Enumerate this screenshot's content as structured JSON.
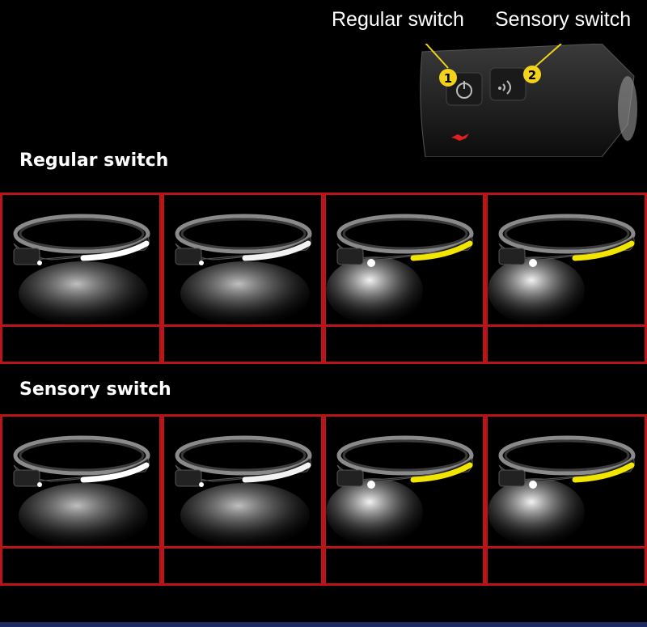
{
  "header": {
    "regular_switch_label": "Regular switch",
    "sensory_switch_label": "Sensory switch",
    "button_1_number": "1",
    "button_2_number": "2"
  },
  "sections": [
    {
      "title": "Regular switch",
      "modes": [
        {
          "mode": "white-bright",
          "strip_color": "#ffffff",
          "beam": false
        },
        {
          "mode": "white-dim",
          "strip_color": "#f2f2f2",
          "beam": false
        },
        {
          "mode": "yellow-spot",
          "strip_color": "#f2e600",
          "beam": true
        },
        {
          "mode": "yellow-spot-dim",
          "strip_color": "#f2e600",
          "beam": true
        }
      ],
      "captions": [
        "",
        "",
        "",
        ""
      ]
    },
    {
      "title": "Sensory switch",
      "modes": [
        {
          "mode": "white-bright",
          "strip_color": "#ffffff",
          "beam": false
        },
        {
          "mode": "white-dim",
          "strip_color": "#f2f2f2",
          "beam": false
        },
        {
          "mode": "yellow-spot",
          "strip_color": "#f2e600",
          "beam": true
        },
        {
          "mode": "yellow-spot-dim",
          "strip_color": "#f2e600",
          "beam": true
        }
      ],
      "captions": [
        "",
        "",
        "",
        ""
      ]
    }
  ],
  "colors": {
    "frame_red": "#b81419",
    "callout_yellow": "#f2d21b",
    "bottom_bar": "#1c2a63"
  },
  "icons": [
    "power-button-icon",
    "sensor-wave-icon",
    "red-indicator-icon",
    "headlamp-icon"
  ]
}
